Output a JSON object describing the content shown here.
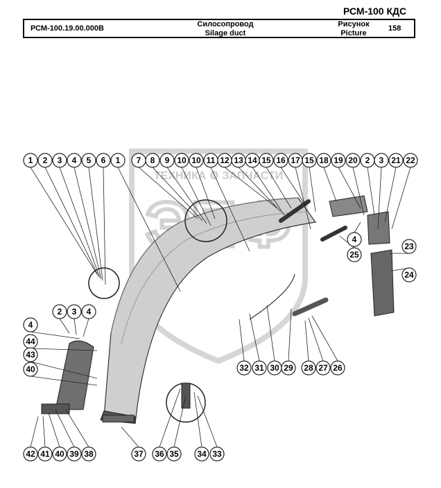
{
  "header": {
    "doc_title": "РСМ-100 КДС",
    "part_number": "РСМ-100.19.00.000В",
    "name_ru": "Силосопровод",
    "name_en": "Silage duct",
    "picture_ru": "Рисунок",
    "picture_en": "Picture",
    "picture_number": "158"
  },
  "watermark": {
    "text": "ТЕХНИКА ⚙ ЗАПЧАСТИ",
    "letters": "ЭПФ"
  },
  "callouts_top": [
    "1",
    "2",
    "3",
    "4",
    "5",
    "6",
    "1",
    "7",
    "8",
    "9",
    "10",
    "10",
    "11",
    "12",
    "13",
    "14",
    "15",
    "16",
    "17",
    "15",
    "18",
    "19",
    "20",
    "2",
    "3",
    "21",
    "22"
  ],
  "callouts_right": [
    "4",
    "25",
    "23",
    "24"
  ],
  "callouts_left_upper": [
    "2",
    "3",
    "4",
    "4",
    "44",
    "43",
    "40"
  ],
  "callouts_bottom_mid": [
    "32",
    "31",
    "30",
    "29",
    "28",
    "27",
    "26"
  ],
  "callouts_bottom": [
    "42",
    "41",
    "40",
    "39",
    "38",
    "37",
    "36",
    "35",
    "34",
    "33"
  ]
}
